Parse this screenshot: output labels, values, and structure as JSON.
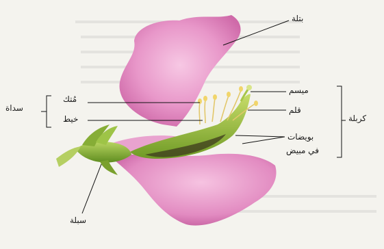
{
  "labels": {
    "petal": "بتلة",
    "anther": "مُتك",
    "filament": "خيط",
    "stamen": "سداة",
    "stigma": "ميسم",
    "style": "قلم",
    "ovules": "بويضات",
    "ovary": "في مبيض",
    "carpel": "كربلة",
    "sepal": "سبلة"
  },
  "colors": {
    "background": "#f4f3ee",
    "petal": "#e58fc4",
    "sepal": "#8fb83a",
    "pistil": "#9fc03d",
    "stamen_filament": "#e9d27a",
    "leader_line": "#111111"
  }
}
